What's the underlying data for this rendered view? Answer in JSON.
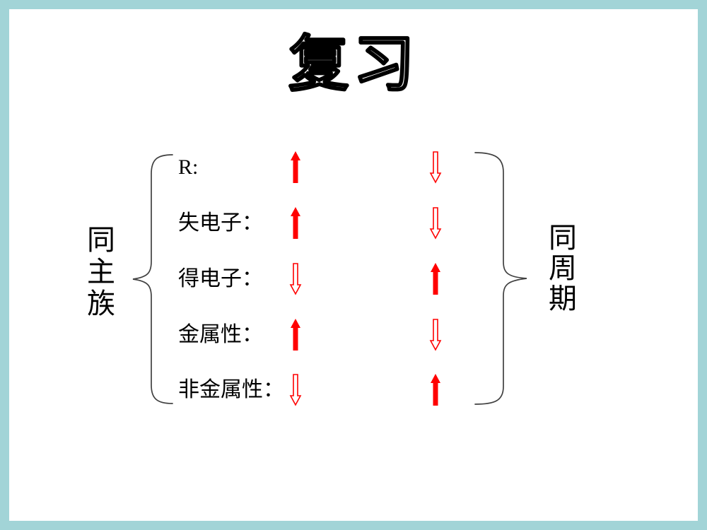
{
  "title": "复习",
  "left_bracket_label": "同主族",
  "right_bracket_label": "同周期",
  "rows": [
    {
      "label": "R:",
      "group_trend": "up-solid",
      "period_trend": "down-hollow"
    },
    {
      "label": "失电子：",
      "group_trend": "up-solid",
      "period_trend": "down-hollow"
    },
    {
      "label": "得电子：",
      "group_trend": "down-hollow",
      "period_trend": "up-solid"
    },
    {
      "label": "金属性：",
      "group_trend": "up-solid",
      "period_trend": "down-hollow"
    },
    {
      "label": "非金属性：",
      "group_trend": "down-hollow",
      "period_trend": "up-solid"
    }
  ],
  "legend": {
    "up_solid_meaning": "increase",
    "down_hollow_meaning": "decrease"
  },
  "colors": {
    "border": "#a2d4d7",
    "slide_bg": "#ffffff",
    "arrow_red": "#ff0000",
    "brace": "#404040",
    "text": "#000000"
  }
}
